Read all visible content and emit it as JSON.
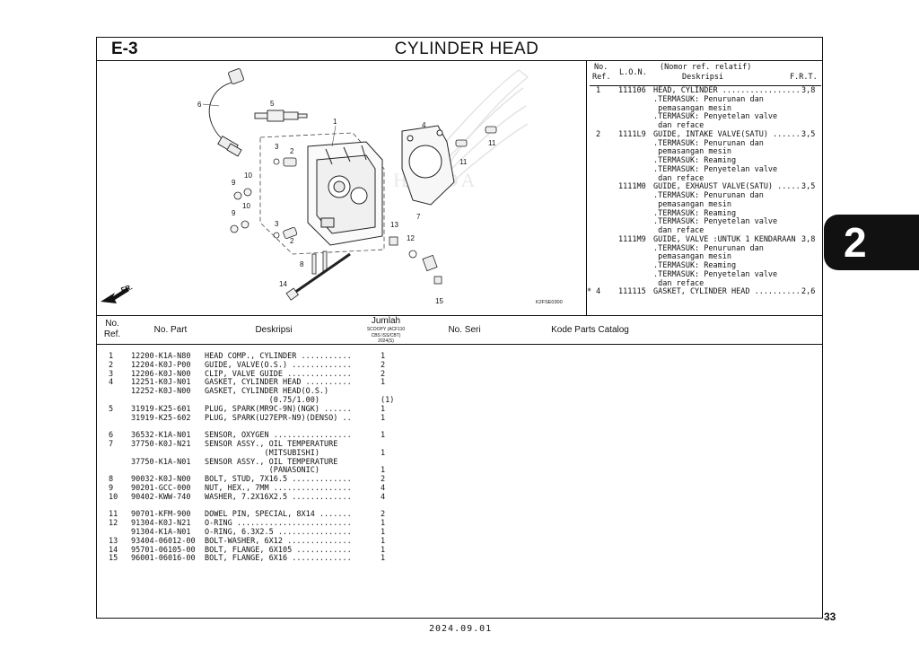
{
  "header": {
    "section_code": "E-3",
    "title": "CYLINDER HEAD"
  },
  "tab": {
    "label": "2"
  },
  "page_number": "33",
  "footer_date": "2024.09.01",
  "illustration": {
    "callouts": [
      "1",
      "2",
      "3",
      "4",
      "5",
      "6",
      "7",
      "8",
      "9",
      "10",
      "11",
      "12",
      "13",
      "14",
      "15"
    ],
    "code": "K2FSE0300",
    "fr_mark": "FR."
  },
  "ref_table": {
    "headers": {
      "no_ref_1": "No.",
      "no_ref_2": "Ref.",
      "lon": "L.O.N.",
      "desc_1": "(Nomor ref. relatif)",
      "desc_2": "Deskripsi",
      "frt": "F.R.T."
    },
    "rows": [
      {
        "mark": "",
        "ref": "1",
        "lon": "111106",
        "desc": "HEAD, CYLINDER .................",
        "frt": "3,8",
        "notes": [
          ".TERMASUK: Penurunan dan",
          " pemasangan mesin",
          ".TERMASUK: Penyetelan valve",
          " dan reface"
        ]
      },
      {
        "mark": "",
        "ref": "2",
        "lon": "1111L9",
        "desc": "GUIDE, INTAKE VALVE(SATU) .......",
        "frt": "3,5",
        "notes": [
          ".TERMASUK: Penurunan dan",
          " pemasangan mesin",
          ".TERMASUK: Reaming",
          ".TERMASUK: Penyetelan valve",
          " dan reface"
        ]
      },
      {
        "mark": "",
        "ref": "",
        "lon": "1111M0",
        "desc": "GUIDE, EXHAUST VALVE(SATU) ......",
        "frt": "3,5",
        "notes": [
          ".TERMASUK: Penurunan dan",
          " pemasangan mesin",
          ".TERMASUK: Reaming",
          ".TERMASUK: Penyetelan valve",
          " dan reface"
        ]
      },
      {
        "mark": "",
        "ref": "",
        "lon": "1111M9",
        "desc": "GUIDE, VALVE :UNTUK 1 KENDARAAN .",
        "frt": "3,8",
        "notes": [
          ".TERMASUK: Penurunan dan",
          " pemasangan mesin",
          ".TERMASUK: Reaming",
          ".TERMASUK: Penyetelan valve",
          " dan reface"
        ]
      },
      {
        "mark": "*",
        "ref": "4",
        "lon": "111115",
        "desc": "GASKET, CYLINDER HEAD ...........",
        "frt": "2,6",
        "notes": []
      }
    ]
  },
  "parts_table": {
    "headers": {
      "no_ref_1": "No.",
      "no_ref_2": "Ref.",
      "part_no": "No. Part",
      "desc": "Deskripsi",
      "qty": "Jumlah",
      "qty_model_1": "SCOOPY (ACF110",
      "qty_model_2": "CBS ISS/CBT)",
      "qty_model_3": "2024(S)",
      "serial": "No. Seri",
      "catalog": "Kode Parts Catalog"
    },
    "rows": [
      {
        "ref": "1",
        "part": "12200-K1A-N80",
        "desc": "HEAD COMP., CYLINDER ...........",
        "qty": "1"
      },
      {
        "ref": "2",
        "part": "12204-K0J-P00",
        "desc": "GUIDE, VALVE(O.S.) .............",
        "qty": "2"
      },
      {
        "ref": "3",
        "part": "12206-K0J-N00",
        "desc": "CLIP, VALVE GUIDE ..............",
        "qty": "2"
      },
      {
        "ref": "4",
        "part": "12251-K0J-N01",
        "desc": "GASKET, CYLINDER HEAD ..........",
        "qty": "1"
      },
      {
        "ref": "",
        "part": "12252-K0J-N00",
        "desc": "GASKET, CYLINDER HEAD(O.S.)",
        "qty": ""
      },
      {
        "ref": "",
        "part": "",
        "desc": "              (0.75/1.00)",
        "qty": "(1)"
      },
      {
        "ref": "5",
        "part": "31919-K25-601",
        "desc": "PLUG, SPARK(MR9C-9N)(NGK) ......",
        "qty": "1"
      },
      {
        "ref": "",
        "part": "31919-K25-602",
        "desc": "PLUG, SPARK(U27EPR-N9)(DENSO) ..",
        "qty": "1"
      },
      {
        "ref": "",
        "part": "",
        "desc": "",
        "qty": ""
      },
      {
        "ref": "6",
        "part": "36532-K1A-N01",
        "desc": "SENSOR, OXYGEN .................",
        "qty": "1"
      },
      {
        "ref": "7",
        "part": "37750-K0J-N21",
        "desc": "SENSOR ASSY., OIL TEMPERATURE",
        "qty": ""
      },
      {
        "ref": "",
        "part": "",
        "desc": "             (MITSUBISHI)",
        "qty": "1"
      },
      {
        "ref": "",
        "part": "37750-K1A-N01",
        "desc": "SENSOR ASSY., OIL TEMPERATURE",
        "qty": ""
      },
      {
        "ref": "",
        "part": "",
        "desc": "              (PANASONIC)",
        "qty": "1"
      },
      {
        "ref": "8",
        "part": "90032-K0J-N00",
        "desc": "BOLT, STUD, 7X16.5 .............",
        "qty": "2"
      },
      {
        "ref": "9",
        "part": "90201-GCC-000",
        "desc": "NUT, HEX., 7MM .................",
        "qty": "4"
      },
      {
        "ref": "10",
        "part": "90402-KWW-740",
        "desc": "WASHER, 7.2X16X2.5 .............",
        "qty": "4"
      },
      {
        "ref": "",
        "part": "",
        "desc": "",
        "qty": ""
      },
      {
        "ref": "11",
        "part": "90701-KFM-900",
        "desc": "DOWEL PIN, SPECIAL, 8X14 .......",
        "qty": "2"
      },
      {
        "ref": "12",
        "part": "91304-K0J-N21",
        "desc": "O-RING .........................",
        "qty": "1"
      },
      {
        "ref": "",
        "part": "91304-K1A-N01",
        "desc": "O-RING, 6.3X2.5 ................",
        "qty": "1"
      },
      {
        "ref": "13",
        "part": "93404-06012-00",
        "desc": "BOLT-WASHER, 6X12 ..............",
        "qty": "1"
      },
      {
        "ref": "14",
        "part": "95701-06105-00",
        "desc": "BOLT, FLANGE, 6X105 ............",
        "qty": "1"
      },
      {
        "ref": "15",
        "part": "96001-06016-00",
        "desc": "BOLT, FLANGE, 6X16 .............",
        "qty": "1"
      }
    ]
  }
}
